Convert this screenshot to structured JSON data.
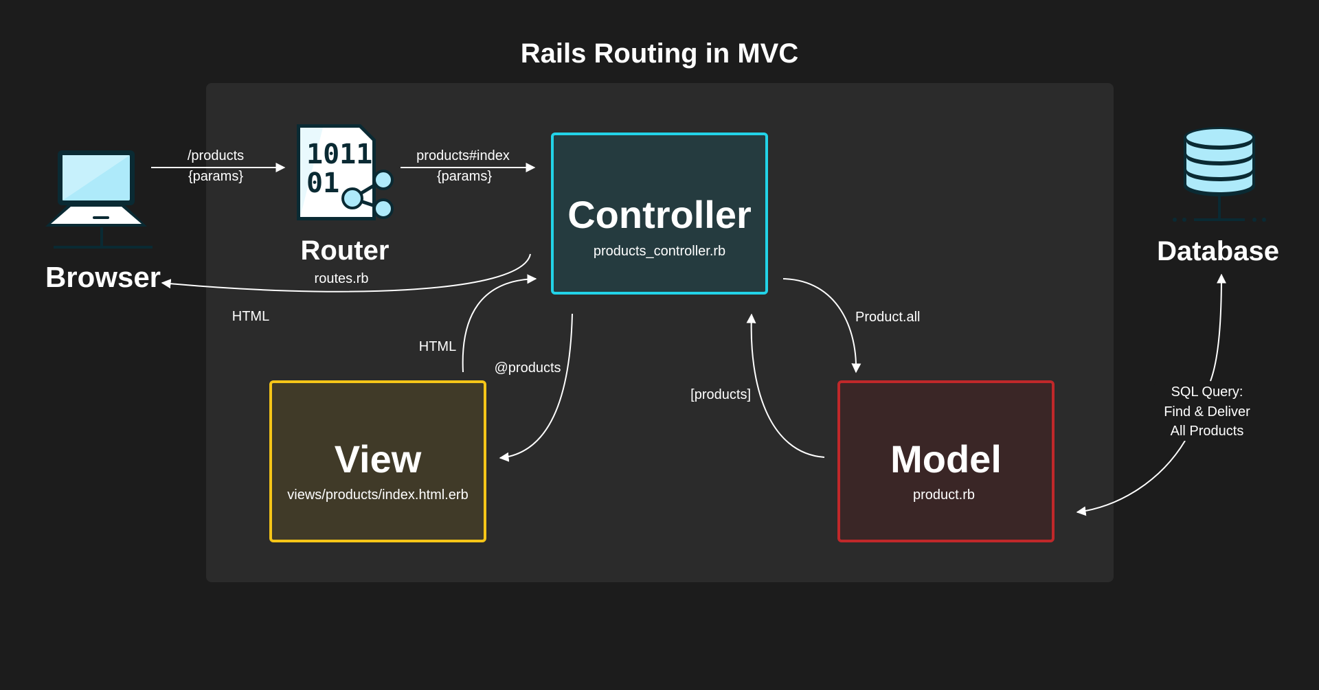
{
  "title": "Rails Routing in MVC",
  "colors": {
    "background": "#1c1c1c",
    "panel": "#2b2b2b",
    "controller_border": "#22d3e8",
    "controller_fill": "#253b3f",
    "view_border": "#f5c518",
    "view_fill": "#403a28",
    "model_border": "#c0282a",
    "model_fill": "#3a2626",
    "icon_light": "#aeeafa",
    "icon_dark": "#0a2a33"
  },
  "nodes": {
    "browser": {
      "title": "Browser",
      "icon": "laptop-icon"
    },
    "router": {
      "title": "Router",
      "subtitle": "routes.rb",
      "icon": "router-binary-share-icon"
    },
    "controller": {
      "title": "Controller",
      "subtitle": "products_controller.rb"
    },
    "view": {
      "title": "View",
      "subtitle": "views/products/index.html.erb"
    },
    "model": {
      "title": "Model",
      "subtitle": "product.rb"
    },
    "database": {
      "title": "Database",
      "icon": "database-icon"
    }
  },
  "edges": {
    "browser_to_router": [
      "/products",
      "{params}"
    ],
    "router_to_controller": [
      "products#index",
      "{params}"
    ],
    "controller_to_browser": "HTML",
    "view_to_controller": "HTML",
    "controller_to_view": "@products",
    "controller_to_model": "Product.all",
    "model_to_controller": "[products]",
    "model_database": [
      "SQL Query:",
      "Find & Deliver",
      "All Products"
    ]
  }
}
